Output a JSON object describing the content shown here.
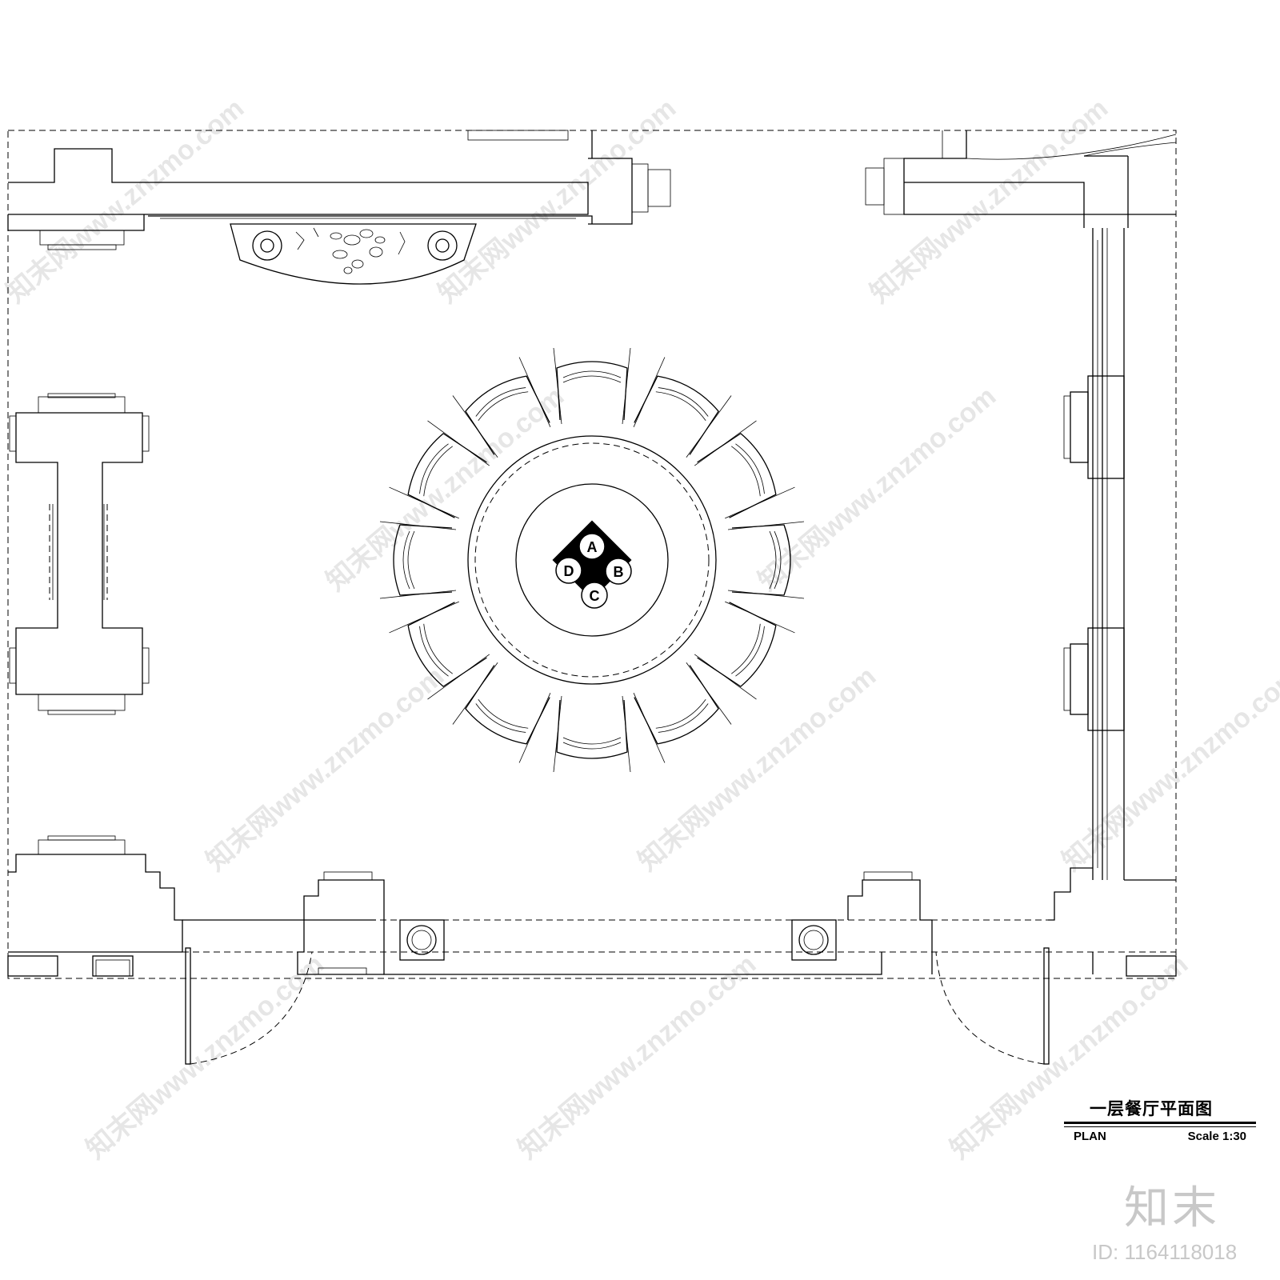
{
  "drawing": {
    "title": "一层餐厅平面图",
    "plan_label": "PLAN",
    "scale_label": "Scale 1:30"
  },
  "table_zones": [
    "A",
    "B",
    "C",
    "D"
  ],
  "watermark": {
    "text": "知末网www.znzmo.com",
    "brand": "知末",
    "id_text": "ID: 1164118018"
  },
  "colors": {
    "line": "#000000",
    "background": "#ffffff",
    "watermark": "#e6e6e6"
  }
}
